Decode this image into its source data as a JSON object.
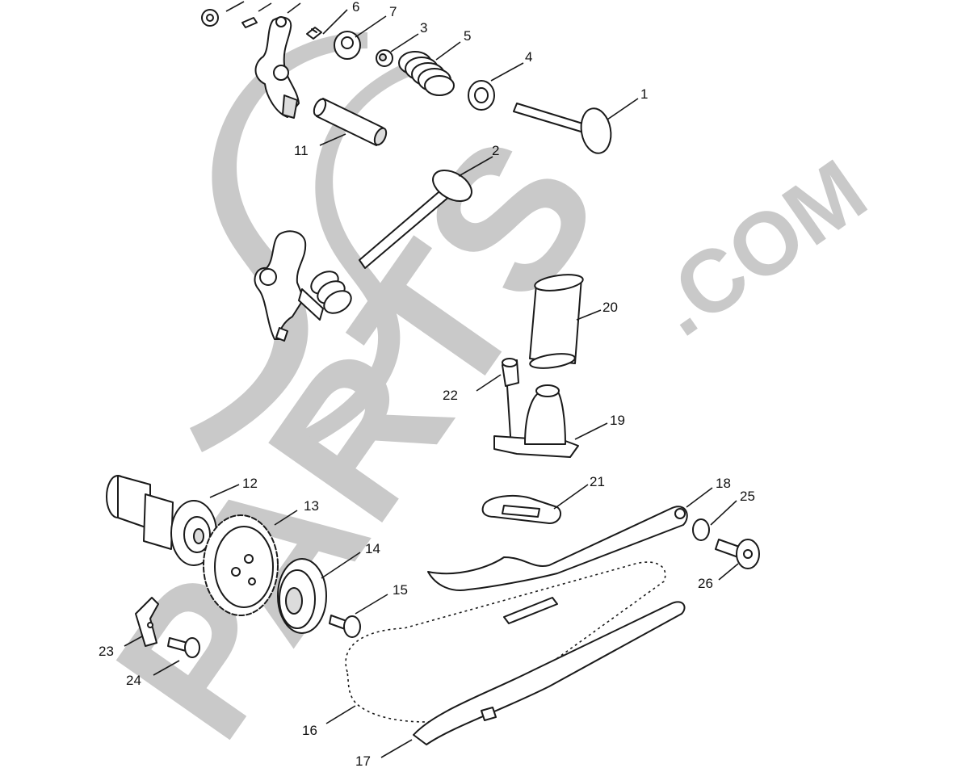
{
  "watermark": {
    "brand": "PARTS",
    "suffix": ".COM"
  },
  "callouts": {
    "c1": "1",
    "c2": "2",
    "c3": "3",
    "c4": "4",
    "c5": "5",
    "c6": "6",
    "c7": "7",
    "c11": "11",
    "c12": "12",
    "c13": "13",
    "c14": "14",
    "c15": "15",
    "c16": "16",
    "c17": "17",
    "c18": "18",
    "c19": "19",
    "c20": "20",
    "c21": "21",
    "c22": "22",
    "c23": "23",
    "c24": "24",
    "c25": "25",
    "c26": "26"
  },
  "colors": {
    "line": "#1a1a1a",
    "watermark": "#c9c9c9",
    "background": "#ffffff"
  }
}
